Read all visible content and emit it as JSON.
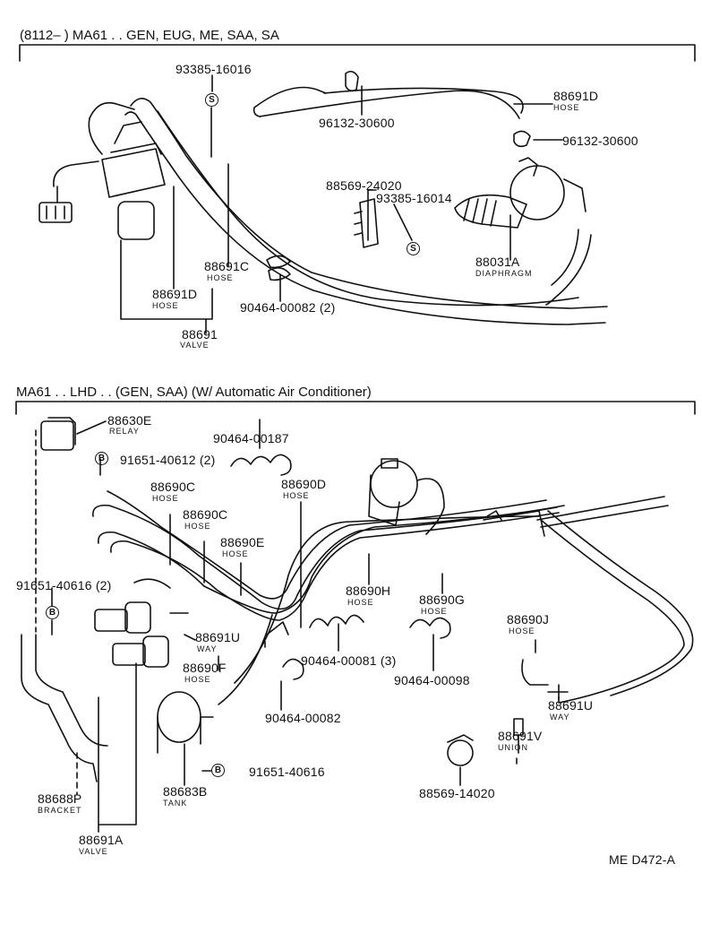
{
  "section1": {
    "header": "(8112–      ) MA61 . . GEN, EUG, ME, SAA, SA",
    "labels": {
      "p93385_16016": "93385-16016",
      "p96132_30600_a": "96132-30600",
      "p88691D_top": "88691D",
      "hose_88691D_top": "HOSE",
      "p96132_30600_b": "96132-30600",
      "p88569_24020": "88569-24020",
      "p93385_16014": "93385-16014",
      "p88031A": "88031A",
      "diaphragm": "DIAPHRAGM",
      "p88691C": "88691C",
      "hose_88691C": "HOSE",
      "p88691D_low": "88691D",
      "hose_88691D_low": "HOSE",
      "p90464_00082_2": "90464-00082 (2)",
      "p88691": "88691",
      "valve": "VALVE"
    },
    "marker": "S"
  },
  "section2": {
    "header": "MA61 . . LHD . . (GEN, SAA) (W/ Automatic Air Conditioner)",
    "labels": {
      "p88630E": "88630E",
      "relay": "RELAY",
      "p91651_40612": "91651-40612 (2)",
      "p90464_00187": "90464-00187",
      "p88690C_a": "88690C",
      "hose_a": "HOSE",
      "p88690D": "88690D",
      "hose_d": "HOSE",
      "p88690C_b": "88690C",
      "hose_b": "HOSE",
      "p88690E": "88690E",
      "hose_e": "HOSE",
      "p91651_40616_2": "91651-40616 (2)",
      "p88690H": "88690H",
      "hose_h": "HOSE",
      "p88690G": "88690G",
      "hose_g": "HOSE",
      "p88691U_a": "88691U",
      "way_a": "WAY",
      "p90464_00081": "90464-00081 (3)",
      "p90464_00098": "90464-00098",
      "p88690J": "88690J",
      "hose_j": "HOSE",
      "p88690F": "88690F",
      "hose_f": "HOSE",
      "p88691U_b": "88691U",
      "way_b": "WAY",
      "p90464_00082": "90464-00082",
      "p88691V": "88691V",
      "union": "UNION",
      "p91651_40616": "91651-40616",
      "p88683B": "88683B",
      "tank": "TANK",
      "p88688P": "88688P",
      "bracket": "BRACKET",
      "p88569_14020": "88569-14020",
      "p88691A": "88691A",
      "valve": "VALVE",
      "footer": "ME  D472-A"
    },
    "marker": "B"
  }
}
